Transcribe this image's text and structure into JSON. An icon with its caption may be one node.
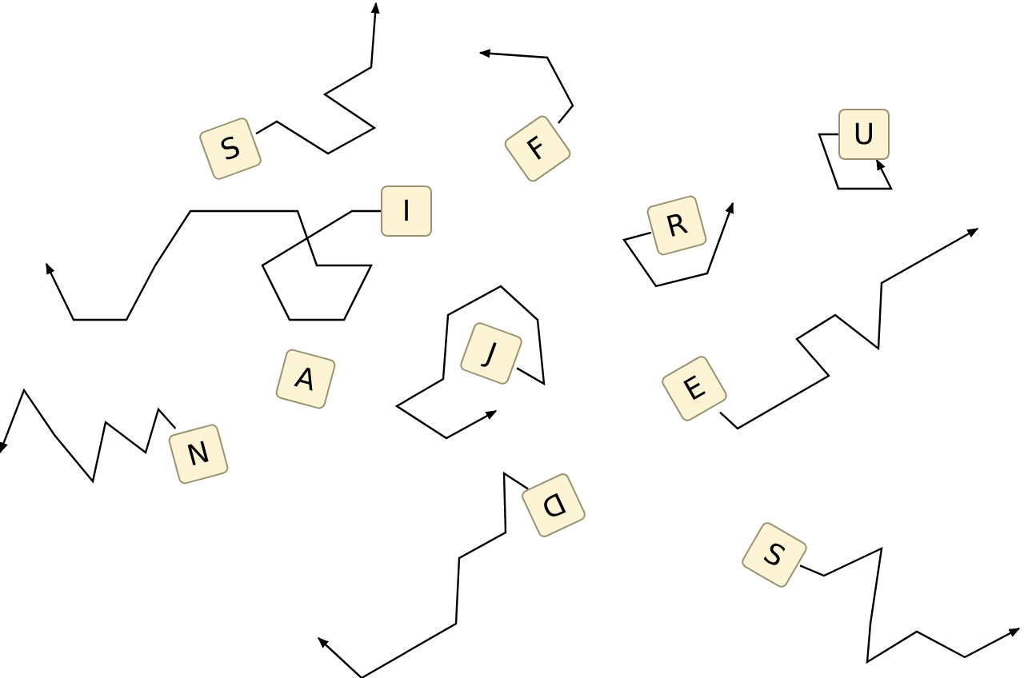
{
  "diagram": {
    "nodes": [
      {
        "text": [
          "S"
        ]
      },
      {
        "text": [
          "F"
        ]
      },
      {
        "text": [
          "U"
        ]
      },
      {
        "text": [
          "I"
        ]
      },
      {
        "text": [
          "R"
        ]
      },
      {
        "text": [
          "A"
        ]
      },
      {
        "text": [
          "J"
        ]
      },
      {
        "text": [
          "E"
        ]
      },
      {
        "text": [
          "N"
        ]
      },
      {
        "text": [
          "D"
        ]
      },
      {
        "text": [
          "S"
        ]
      }
    ],
    "edges": [
      {
        "from": 0,
        "to": null,
        "arrow": "to"
      },
      {
        "from": 3,
        "to": null,
        "arrow": "to"
      },
      {
        "from": 1,
        "to": null,
        "arrow": "to"
      },
      {
        "from": 4,
        "to": null,
        "arrow": "to"
      },
      {
        "from": 2,
        "to": 2,
        "arrow": "to"
      },
      {
        "from": 6,
        "to": null,
        "arrow": "to"
      },
      {
        "from": 7,
        "to": null,
        "arrow": "to"
      },
      {
        "from": 8,
        "to": null,
        "arrow": "to"
      },
      {
        "from": 9,
        "to": null,
        "arrow": "to"
      },
      {
        "from": 10,
        "to": null,
        "arrow": "to"
      }
    ]
  }
}
